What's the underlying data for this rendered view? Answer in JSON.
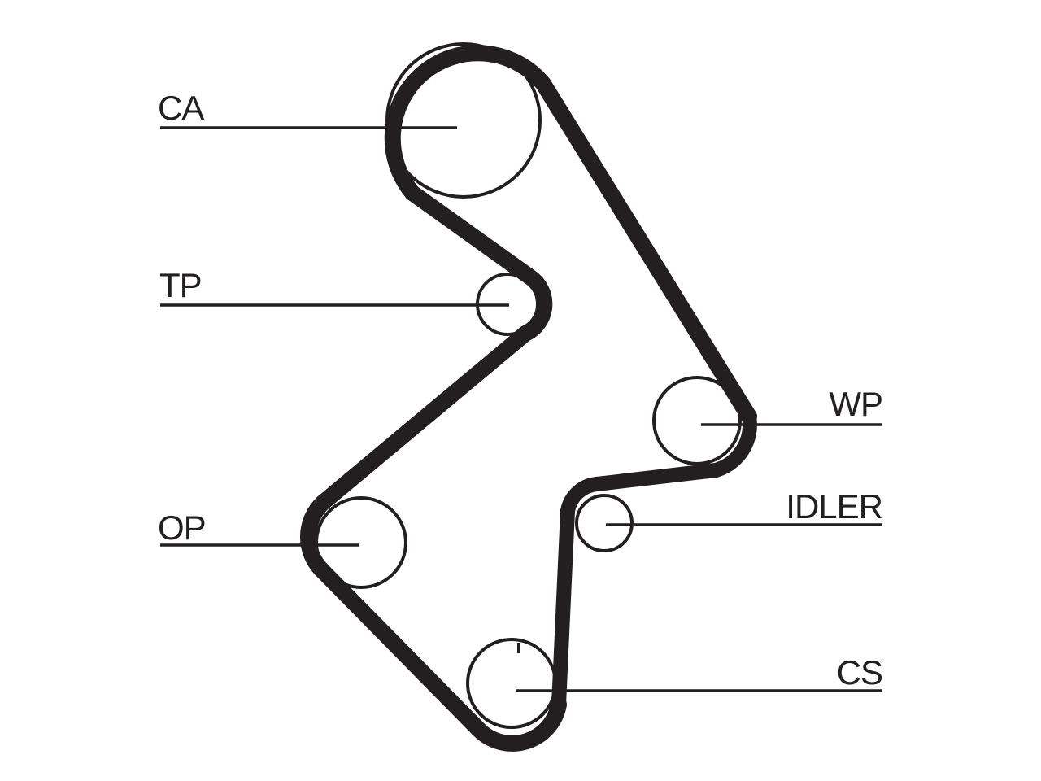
{
  "labels": {
    "ca": "CA",
    "tp": "TP",
    "op": "OP",
    "wp": "WP",
    "idler": "IDLER",
    "cs": "CS"
  },
  "colors": {
    "ink": "#231f20",
    "background": "#ffffff"
  }
}
